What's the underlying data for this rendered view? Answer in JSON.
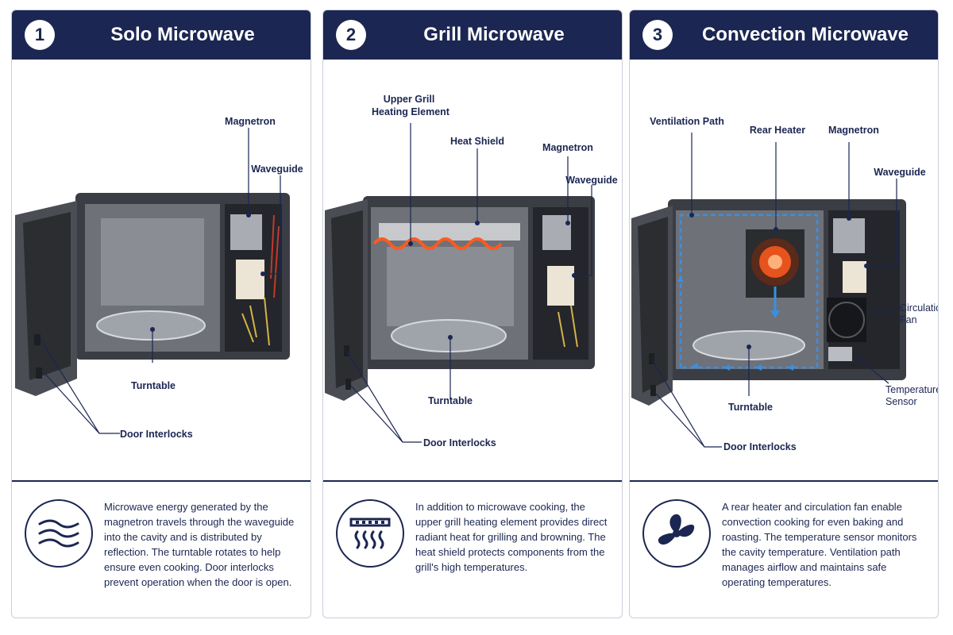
{
  "panels": [
    {
      "number": "1",
      "title": "Solo Microwave",
      "labels": {
        "magnetron": "Magnetron",
        "waveguide": "Waveguide",
        "turntable": "Turntable",
        "door_interlocks": "Door Interlocks"
      },
      "icon": "waves-icon",
      "description": "Microwave energy generated by the magnetron travels through the waveguide into the cavity and is distributed by reflection. The turntable rotates to help ensure even cooking. Door interlocks prevent operation when the door is open."
    },
    {
      "number": "2",
      "title": "Grill Microwave",
      "labels": {
        "upper_grill_line1": "Upper Grill",
        "upper_grill_line2": "Heating Element",
        "heat_shield": "Heat Shield",
        "magnetron": "Magnetron",
        "waveguide": "Waveguide",
        "turntable": "Turntable",
        "door_interlocks": "Door Interlocks"
      },
      "icon": "grill-heat-icon",
      "description": "In addition to microwave cooking, the upper grill heating element provides direct radiant heat for grilling and browning. The heat shield protects components from the grill's high temperatures."
    },
    {
      "number": "3",
      "title": "Convection Microwave",
      "labels": {
        "ventilation_path": "Ventilation Path",
        "rear_heater": "Rear Heater",
        "magnetron": "Magnetron",
        "waveguide": "Waveguide",
        "circulation_fan_line1": "Circulation",
        "circulation_fan_line2": "Fan",
        "temperature_sensor_line1": "Temperature",
        "temperature_sensor_line2": "Sensor",
        "turntable": "Turntable",
        "door_interlocks": "Door Interlocks"
      },
      "icon": "fan-icon",
      "description": "A rear heater and circulation fan enable convection cooking for even baking and roasting. The temperature sensor monitors the cavity temperature. Ventilation path manages airflow and maintains safe operating temperatures."
    }
  ],
  "colors": {
    "navy": "#1b2652",
    "heater_glow": "#ff5a1f",
    "airflow": "#3b8fe0"
  }
}
